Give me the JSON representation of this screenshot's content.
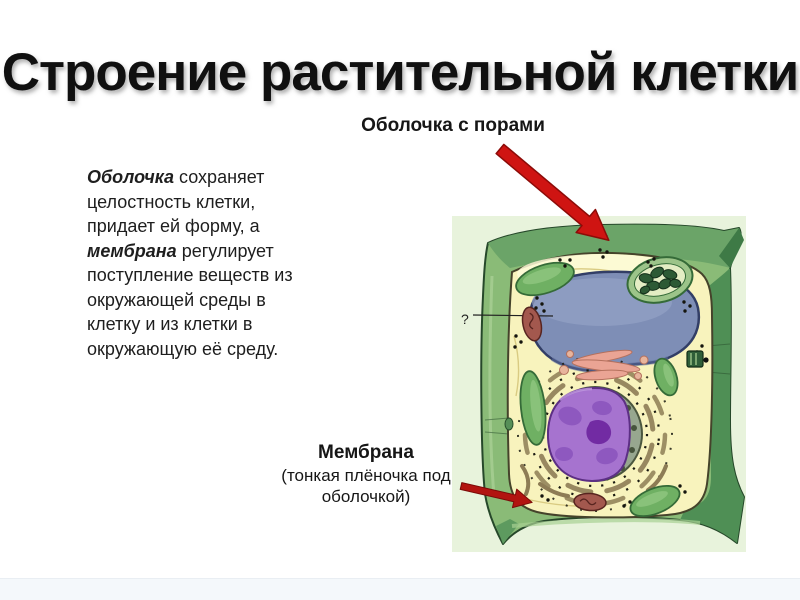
{
  "slide": {
    "title": "Строение растительной клетки"
  },
  "labels": {
    "top_callout": "Оболочка с порами",
    "membrane_title": "Мембрана",
    "membrane_sub": "(тонкая плёночка под\nоболочкой)",
    "question_mark": "?"
  },
  "paragraph": {
    "term1": "Оболочка",
    "text1": " сохраняет целостность клетки, придает ей форму, а ",
    "term2": "мембрана",
    "text2": " регулирует поступление веществ из окружающей среды в клетку и из клетки в окружающую её среду."
  },
  "colors": {
    "panel_bg": "#e8f3dc",
    "wall_green": "#8abb77",
    "wall_mid": "#6ba468",
    "wall_dark": "#4f8f55",
    "wall_darkest": "#3e7a46",
    "outline": "#26482a",
    "cytoplasm": "#f8f3bd",
    "vacuole": "#7e8eb6",
    "vacuole_highlight": "#94a2c6",
    "nucleus_sphere": "#97a78f",
    "nucleus_purple": "#a673cf",
    "nucleolus": "#722ba3",
    "plastid": "#6fb063",
    "chloroplast_outer": "#9cc489",
    "chloroplast_inner": "#e4edc4",
    "grana": "#2d5a35",
    "mitochondrion": "#a3584e",
    "golgi": "#eaa494",
    "er_strand": "#8d7c55",
    "arrow_big": "#cf1412",
    "arrow_small": "#b21410"
  }
}
